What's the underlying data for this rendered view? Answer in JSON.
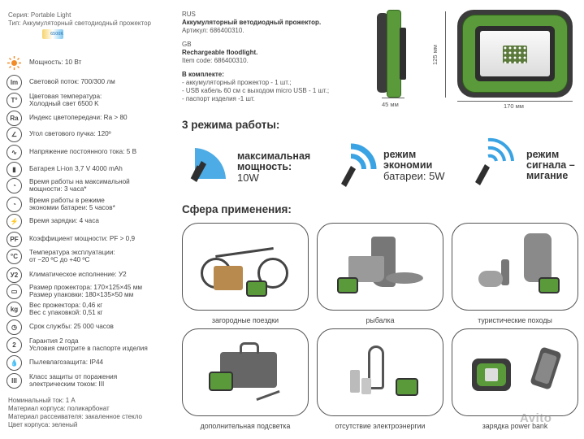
{
  "header": {
    "series": "Серия: Portable Light",
    "type": "Тип: Аккумуляторный светодиодный прожектор",
    "kelvin": "6500K"
  },
  "specs": [
    {
      "icon": "sun-icon",
      "lines": [
        "Мощность: 10 Вт"
      ]
    },
    {
      "icon": "lumen-icon",
      "glyph": "lm",
      "lines": [
        "Световой поток: 700/300 лм"
      ]
    },
    {
      "icon": "thermometer-icon",
      "glyph": "T°",
      "lines": [
        "Цветовая температура:",
        "Холодный свет 6500 K"
      ]
    },
    {
      "icon": "color-index-icon",
      "glyph": "Ra",
      "lines": [
        "Индекс цветопередачи: Ra > 80"
      ]
    },
    {
      "icon": "beam-angle-icon",
      "glyph": "∠",
      "lines": [
        "Угол светового пучка: 120º"
      ]
    },
    {
      "icon": "voltage-icon",
      "glyph": "∿",
      "lines": [
        "Напряжение постоянного тока: 5 В"
      ]
    },
    {
      "icon": "battery-icon",
      "glyph": "▮",
      "lines": [
        "Батарея Li-ion 3,7 V 4000 mAh"
      ]
    },
    {
      "icon": "runtime-max-icon",
      "glyph": "◔",
      "lines": [
        "Время работы на максимальной",
        "мощности: 3 часа*"
      ]
    },
    {
      "icon": "runtime-eco-icon",
      "glyph": "◔",
      "lines": [
        "Время работы в режиме",
        "экономии батареи: 5 часов*"
      ]
    },
    {
      "icon": "charging-icon",
      "glyph": "⚡",
      "lines": [
        "Время зарядки: 4 часа"
      ]
    },
    {
      "icon": "power-factor-icon",
      "glyph": "PF",
      "lines": [
        "Коэффициент мощности: PF > 0,9"
      ]
    },
    {
      "icon": "temperature-range-icon",
      "glyph": "°C",
      "lines": [
        "Температура эксплуатации:",
        "от −20 ºC до +40 ºC"
      ]
    },
    {
      "icon": "climate-icon",
      "glyph": "У2",
      "lines": [
        "Климатическое исполнение: У2"
      ]
    },
    {
      "icon": "dimensions-icon",
      "glyph": "▭",
      "lines": [
        "Размер прожектора: 170×125×45 мм",
        "Размер упаковки: 180×135×50 мм"
      ]
    },
    {
      "icon": "weight-icon",
      "glyph": "kg",
      "lines": [
        "Вес прожектора: 0,46 кг",
        "Вес с упаковкой: 0,51 кг"
      ]
    },
    {
      "icon": "lifetime-icon",
      "glyph": "◷",
      "lines": [
        "Срок службы: 25 000 часов"
      ]
    },
    {
      "icon": "warranty-icon",
      "glyph": "2",
      "lines": [
        "Гарантия 2 года",
        "Условия смотрите в паспорте изделия"
      ]
    },
    {
      "icon": "water-drop-icon",
      "glyph": "💧",
      "lines": [
        "Пылевлагозащита: IP44"
      ]
    },
    {
      "icon": "protection-class-icon",
      "glyph": "III",
      "lines": [
        "Класс защиты от поражения",
        "электрическим током: III"
      ]
    }
  ],
  "footer": [
    "Номинальный ток: 1 А",
    "Материал корпуса: поликарбонат",
    "Материал рассеивателя: закаленное стекло",
    "Цвет корпуса: зеленый"
  ],
  "ru": {
    "lang": "RUS",
    "name": "Аккумуляторный ветодиодный прожектор.",
    "code": "Артикул: 686400310."
  },
  "gb": {
    "lang": "GB",
    "name": "Rechargeable floodlight.",
    "code": "Item code: 686400310."
  },
  "kit": {
    "title": "В комплекте:",
    "items": [
      "- аккумуляторный прожектор - 1 шт.;",
      "- USB кабель 60 см с выходом micro USB - 1 шт.;",
      "- паспорт изделия -1 шт."
    ]
  },
  "drawing": {
    "depth": "45 мм",
    "width": "170 мм",
    "height": "125 мм"
  },
  "modes": {
    "title": "3 режима работы:",
    "items": [
      {
        "lines": [
          "максимальная",
          "мощность:",
          "10W"
        ]
      },
      {
        "lines": [
          "режим",
          "экономии",
          "батареи: 5W"
        ]
      },
      {
        "lines": [
          "режим",
          "сигнала –",
          "мигание"
        ]
      }
    ]
  },
  "scope": {
    "title": "Сфера применения:",
    "items": [
      "загородные поездки",
      "рыбалка",
      "туристические походы",
      "дополнительная подсветка",
      "отсутствие электроэнергии",
      "зарядка power bank"
    ]
  },
  "watermark": "Avito",
  "colors": {
    "green": "#5a9a3a",
    "dark": "#3b3b3b",
    "blue": "#3aa3e3"
  }
}
